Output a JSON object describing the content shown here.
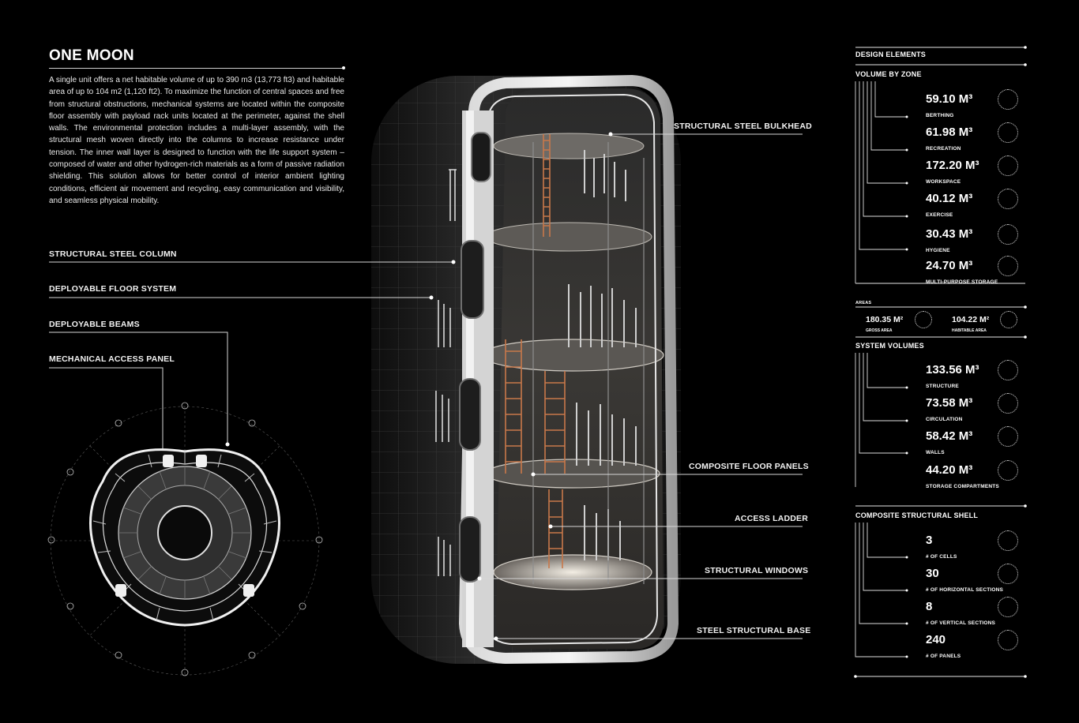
{
  "title": "ONE MOON",
  "description": "A single unit offers a net habitable volume of up to 390 m3 (13,773 ft3) and habitable area of up to 104 m2 (1,120 ft2). To maximize the function of central spaces and free from structural obstructions, mechanical systems are located within the composite floor assembly with payload rack units located at the perimeter, against the shell walls. The environmental protection includes a multi-layer assembly, with the structural mesh woven directly into the columns to increase resistance under tension. The inner wall layer is designed to function with the life support system – composed of water and other hydrogen-rich materials as a form of passive radiation shielding. This solution allows for better control of interior ambient lighting conditions, efficient air movement and recycling, easy communication and visibility, and seamless physical mobility.",
  "left_callouts": {
    "column": "STRUCTURAL STEEL COLUMN",
    "floor": "DEPLOYABLE FLOOR SYSTEM",
    "beams": "DEPLOYABLE BEAMS",
    "panel": "MECHANICAL ACCESS PANEL"
  },
  "right_callouts": {
    "bulkhead": "STRUCTURAL STEEL BULKHEAD",
    "floor_panels": "COMPOSITE FLOOR PANELS",
    "ladder": "ACCESS LADDER",
    "windows": "STRUCTURAL WINDOWS",
    "base": "STEEL STRUCTURAL BASE"
  },
  "panel": {
    "design_elements": "DESIGN ELEMENTS",
    "volume_by_zone": {
      "heading": "VOLUME BY ZONE",
      "items": [
        {
          "value": "59.10 M³",
          "label": "BERTHING"
        },
        {
          "value": "61.98 M³",
          "label": "RECREATION"
        },
        {
          "value": "172.20 M³",
          "label": "WORKSPACE"
        },
        {
          "value": "40.12 M³",
          "label": "EXERCISE"
        },
        {
          "value": "30.43 M³",
          "label": "HYGIENE"
        },
        {
          "value": "24.70 M³",
          "label": "MULTI-PURPOSE STORAGE"
        }
      ]
    },
    "areas": {
      "heading": "AREAS",
      "items": [
        {
          "value": "180.35 M²",
          "label": "GROSS AREA"
        },
        {
          "value": "104.22 M²",
          "label": "HABITABLE AREA"
        }
      ]
    },
    "system_volumes": {
      "heading": "SYSTEM VOLUMES",
      "items": [
        {
          "value": "133.56 M³",
          "label": "STRUCTURE"
        },
        {
          "value": "73.58 M³",
          "label": "CIRCULATION"
        },
        {
          "value": "58.42 M³",
          "label": "WALLS"
        },
        {
          "value": "44.20 M³",
          "label": "STORAGE COMPARTMENTS"
        }
      ]
    },
    "composite_shell": {
      "heading": "COMPOSITE STRUCTURAL SHELL",
      "items": [
        {
          "value": "3",
          "label": "# OF CELLS"
        },
        {
          "value": "30",
          "label": "# OF HORIZONTAL SECTIONS"
        },
        {
          "value": "8",
          "label": "# OF VERTICAL SECTIONS"
        },
        {
          "value": "240",
          "label": "# OF PANELS"
        }
      ]
    }
  },
  "colors": {
    "background": "#000000",
    "foreground": "#ffffff",
    "ladder": "#c8784a",
    "shell": "#262626"
  }
}
